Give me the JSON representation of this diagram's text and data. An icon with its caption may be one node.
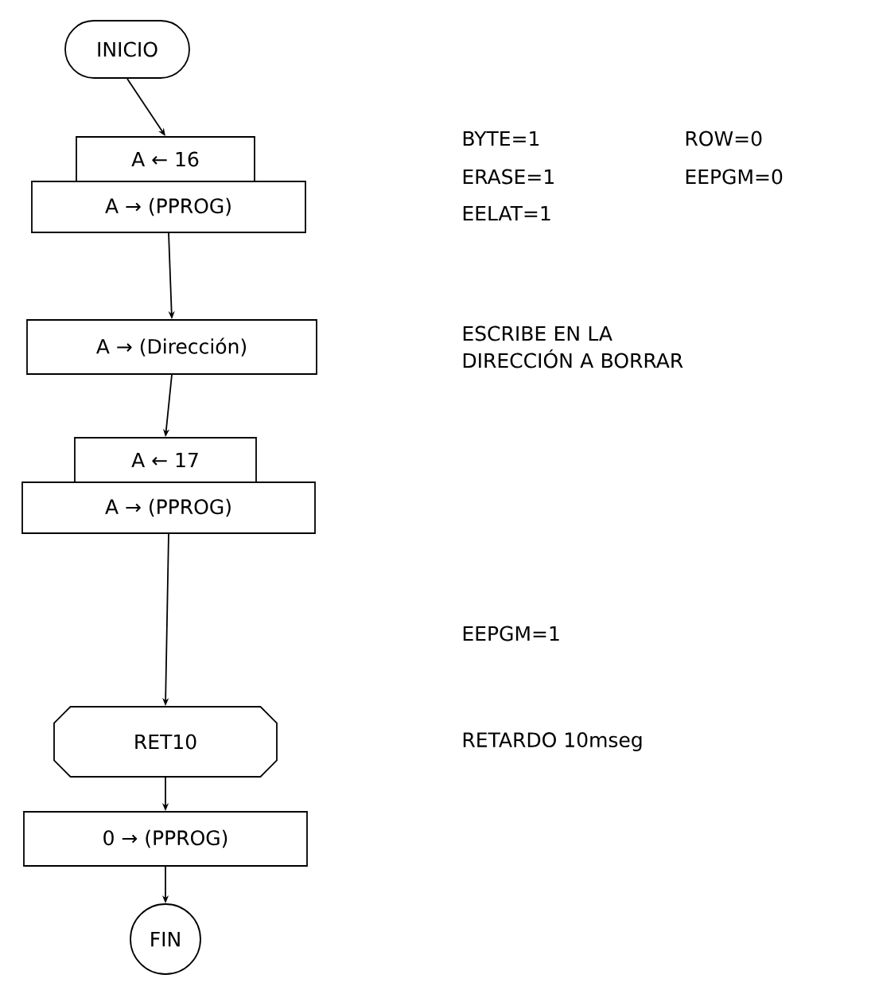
{
  "diagram": {
    "nodes": [
      {
        "text": [
          "INICIO"
        ]
      },
      {
        "text": [
          "A ← 16"
        ]
      },
      {
        "text": [
          "A → (PPROG)"
        ]
      },
      {
        "text": [
          "A → (Dirección)"
        ]
      },
      {
        "text": [
          "A ← 17"
        ]
      },
      {
        "text": [
          "A → (PPROG)"
        ]
      },
      {
        "text": [
          "RET10"
        ]
      },
      {
        "text": [
          "0 → (PPROG)"
        ]
      },
      {
        "text": [
          "FIN"
        ]
      }
    ],
    "edges": [
      {
        "from": 0,
        "to": 1,
        "arrow": "to"
      },
      {
        "from": 2,
        "to": 3,
        "arrow": "to"
      },
      {
        "from": 3,
        "to": 4,
        "arrow": "to"
      },
      {
        "from": 5,
        "to": 6,
        "arrow": "to"
      },
      {
        "from": 6,
        "to": 7,
        "arrow": "to"
      },
      {
        "from": 7,
        "to": 8,
        "arrow": "to"
      }
    ],
    "labels": [
      "BYTE=1",
      "ROW=0",
      "ERASE=1",
      "EEPGM=0",
      "EELAT=1",
      "ESCRIBE EN LA DIRECCIÓN A BORRAR",
      "EEPGM=1",
      "RETARDO 10mseg"
    ]
  }
}
